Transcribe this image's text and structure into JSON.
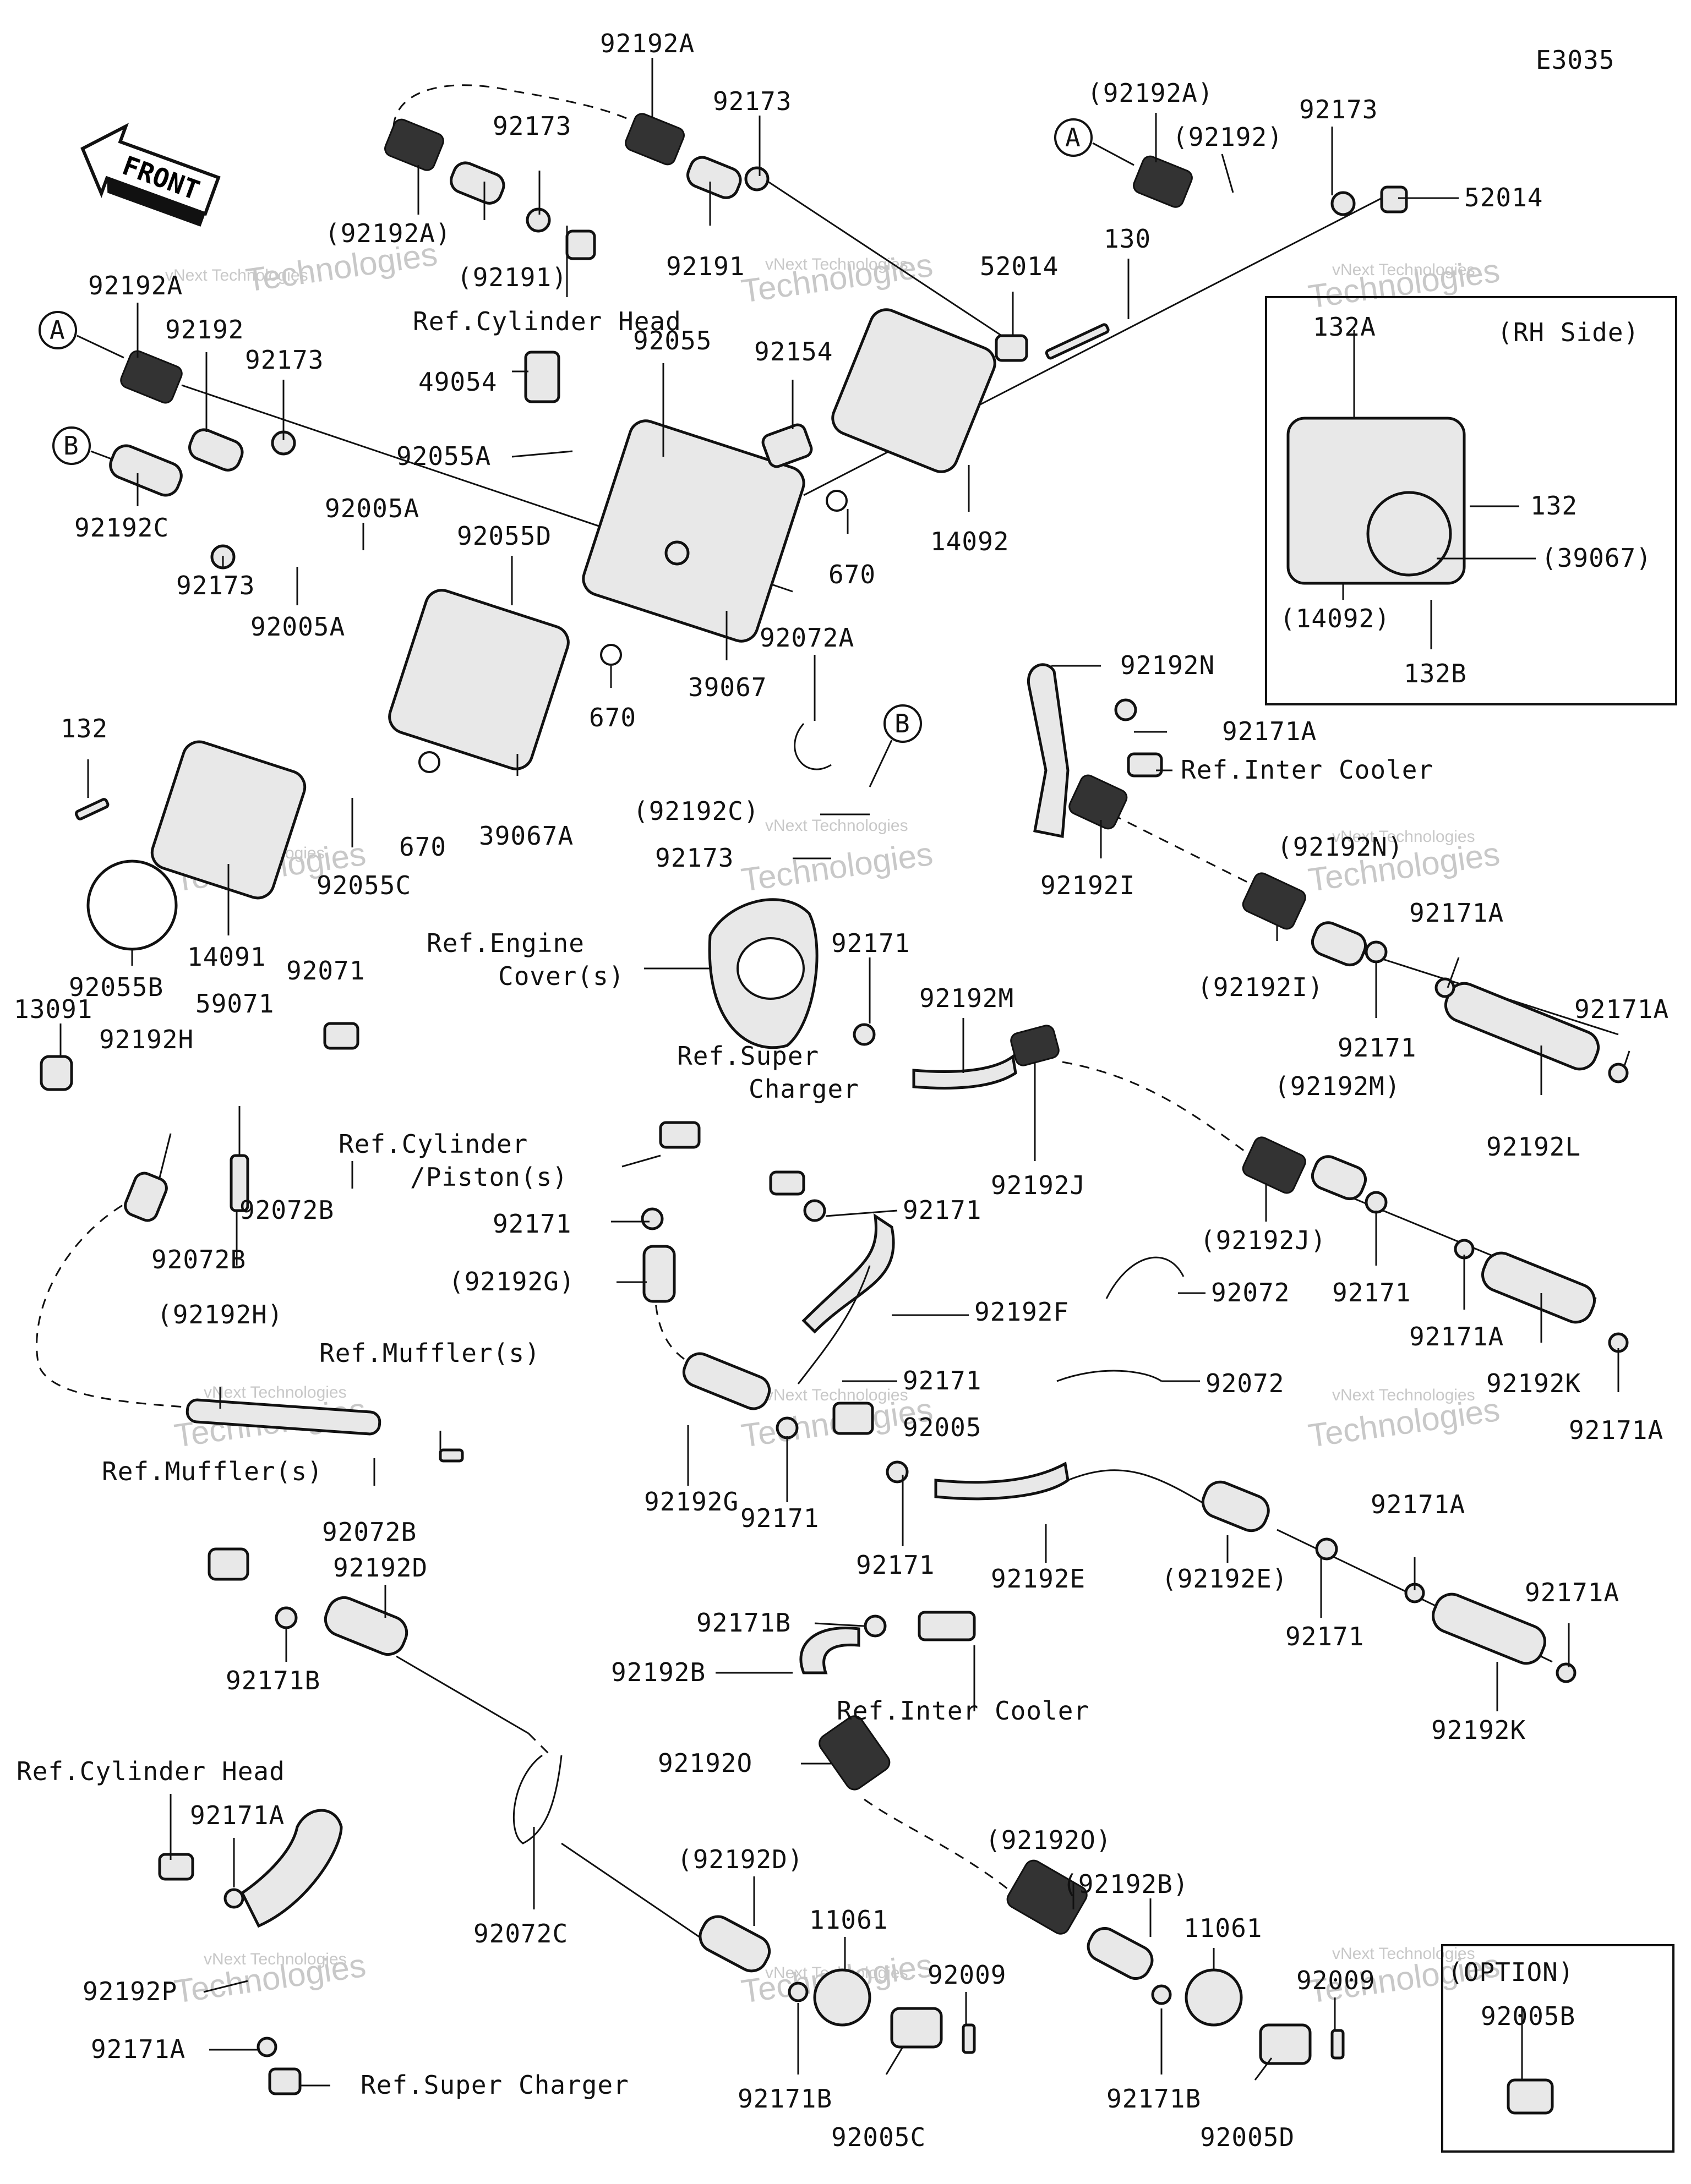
{
  "diagram_id": "E3035",
  "front_label": "FRONT",
  "labels": {
    "l_92192A_top": "92192A",
    "l_92173_a": "92173",
    "l_92173_b": "92173",
    "l_p92192A_a": "(92192A)",
    "l_p92192A_b": "(92192A)",
    "l_p92191": "(92191)",
    "l_92191": "92191",
    "l_refcylhead": "Ref.Cylinder Head",
    "l_p92192_r": "(92192)",
    "l_92173_r": "92173",
    "l_52014_r": "52014",
    "l_52014_m": "52014",
    "l_130": "130",
    "l_rhside": "(RH Side)",
    "l_132A": "132A",
    "l_132_r": "132",
    "l_p39067": "(39067)",
    "l_p14092": "(14092)",
    "l_132B": "132B",
    "l_92192A_l": "92192A",
    "l_92192_l": "92192",
    "l_92173_l": "92173",
    "l_49054": "49054",
    "l_92055": "92055",
    "l_92154": "92154",
    "l_92055A": "92055A",
    "l_92192C": "92192C",
    "l_92173_l2": "92173",
    "l_92005A_a": "92005A",
    "l_92005A_b": "92005A",
    "l_92055D": "92055D",
    "l_670_a": "670",
    "l_670_b": "670",
    "l_670_c": "670",
    "l_14092": "14092",
    "l_39067": "39067",
    "l_92072A": "92072A",
    "l_39067A": "39067A",
    "l_132_l": "132",
    "l_92055C": "92055C",
    "l_14091": "14091",
    "l_92055B": "92055B",
    "l_p92192C": "(92192C)",
    "l_92173_m": "92173",
    "l_92192N": "92192N",
    "l_92171A_n": "92171A",
    "l_refintercooler_a": "Ref.Inter Cooler",
    "l_92192I": "92192I",
    "l_p92192N": "(92192N)",
    "l_p92192I": "(92192I)",
    "l_92171A_a": "92171A",
    "l_92171A_b": "92171A",
    "l_92171_n": "92171",
    "l_92192L": "92192L",
    "l_refengine": "Ref.Engine",
    "l_cover": "Cover(s)",
    "l_92171_m": "92171",
    "l_92192M": "92192M",
    "l_refsuper": "Ref.Super",
    "l_charger": "Charger",
    "l_92192J": "92192J",
    "l_p92192M": "(92192M)",
    "l_p92192J": "(92192J)",
    "l_92171_j": "92171",
    "l_92171A_j": "92171A",
    "l_92192K_a": "92192K",
    "l_92171A_k": "92171A",
    "l_13091": "13091",
    "l_92192H": "92192H",
    "l_59071": "59071",
    "l_92071": "92071",
    "l_92072B_a": "92072B",
    "l_92072B_b": "92072B",
    "l_refcylpiston_a": "Ref.Cylinder",
    "l_refcylpiston_b": "/Piston(s)",
    "l_92171_c": "92171",
    "l_p92192G": "(92192G)",
    "l_92171_f": "92171",
    "l_92192F": "92192F",
    "l_92072_a": "92072",
    "l_92072_b": "92072",
    "l_p92192H": "(92192H)",
    "l_refmuffler_a": "Ref.Muffler(s)",
    "l_92171_g": "92171",
    "l_92005": "92005",
    "l_92192G": "92192G",
    "l_92171_g2": "92171",
    "l_refmuffler_b": "Ref.Muffler(s)",
    "l_92072B_c": "92072B",
    "l_92171_e": "92171",
    "l_92192E": "92192E",
    "l_p92192E": "(92192E)",
    "l_92171A_e": "92171A",
    "l_92171_e2": "92171",
    "l_92171A_e2": "92171A",
    "l_92192K_b": "92192K",
    "l_92192D": "92192D",
    "l_92171B_a": "92171B",
    "l_92171B_t": "92171B",
    "l_92192B": "92192B",
    "l_refintercooler_b": "Ref.Inter Cooler",
    "l_92192O": "92192O",
    "l_refcylhead_b": "Ref.Cylinder Head",
    "l_92171A_p": "92171A",
    "l_92072C": "92072C",
    "l_p92192D": "(92192D)",
    "l_p92192O": "(92192O)",
    "l_p92192B": "(92192B)",
    "l_11061_a": "11061",
    "l_11061_b": "11061",
    "l_92009_a": "92009",
    "l_92009_b": "92009",
    "l_option": "(OPTION)",
    "l_92005B": "92005B",
    "l_92192P": "92192P",
    "l_92171A_p2": "92171A",
    "l_refsupercharger": "Ref.Super Charger",
    "l_92171B_b": "92171B",
    "l_92005C": "92005C",
    "l_92171B_c": "92171B",
    "l_92005D": "92005D"
  },
  "callouts": {
    "A1": "A",
    "A2": "A",
    "B1": "B",
    "B2": "B"
  },
  "watermark": {
    "line1": "vNext",
    "line2": "Technologies",
    "small": "vNext Technologies"
  }
}
